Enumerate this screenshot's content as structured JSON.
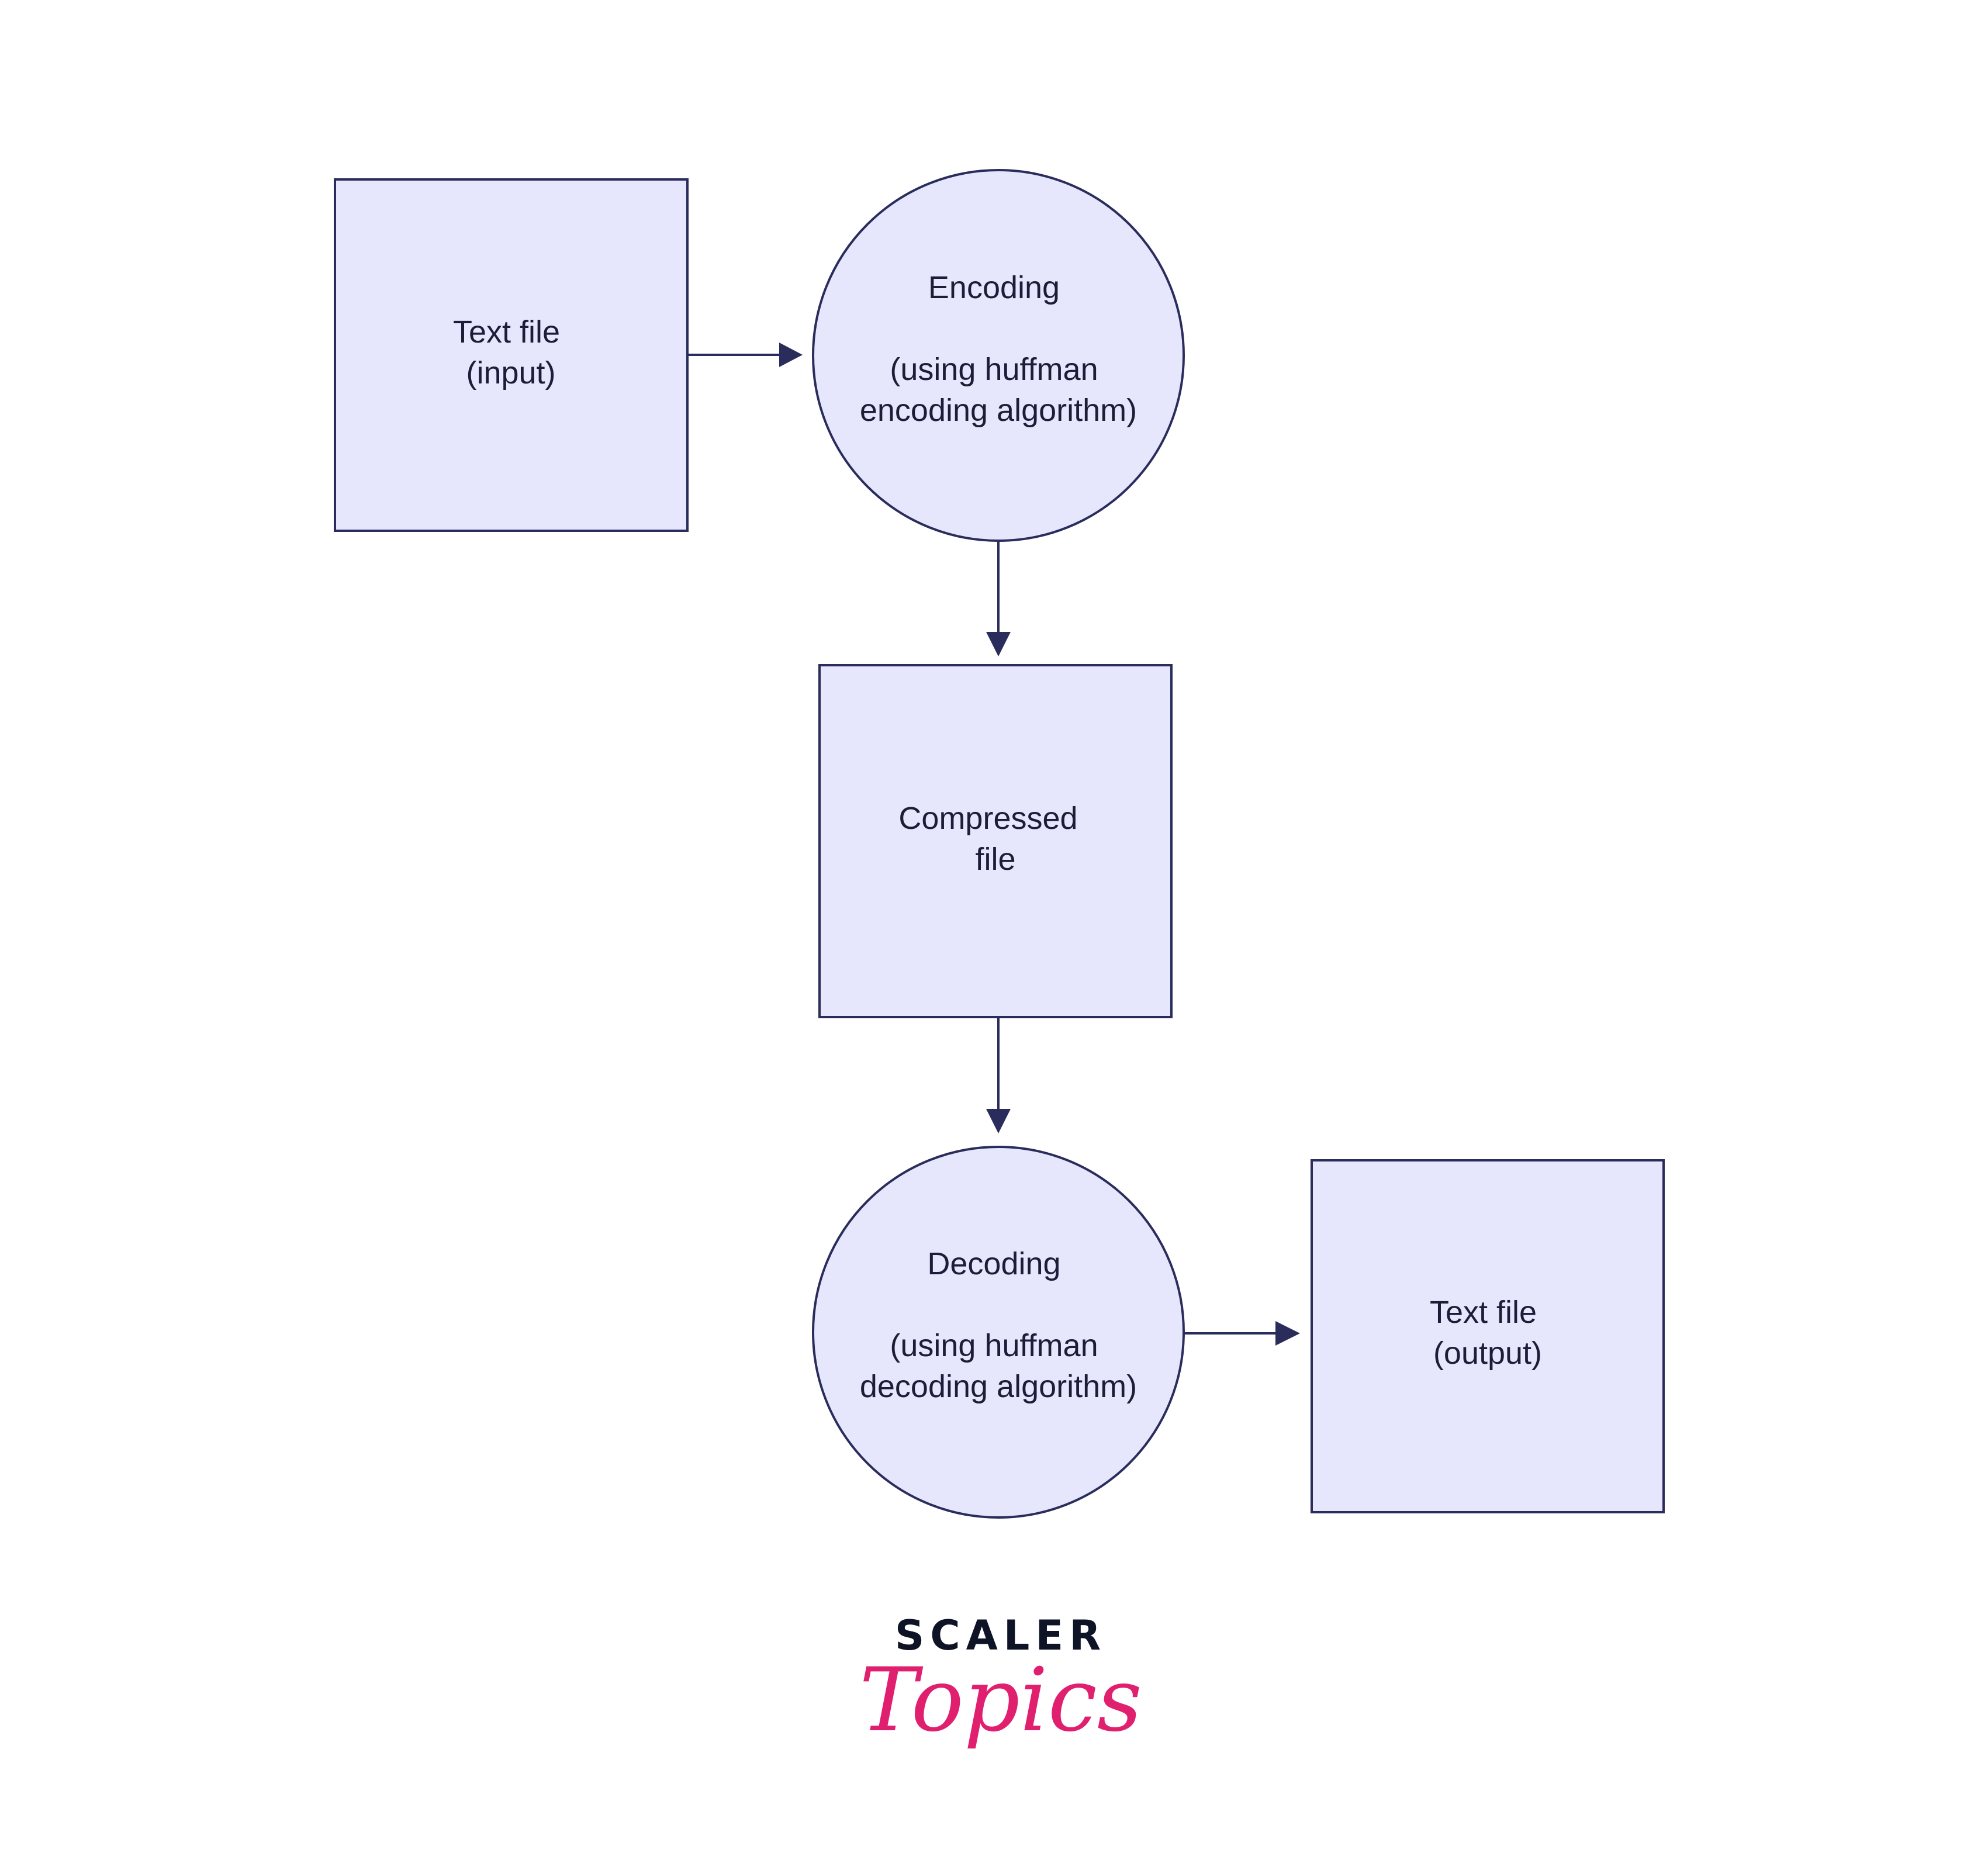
{
  "diagram": {
    "nodes": [
      {
        "id": "text-input",
        "shape": "rect",
        "lines": [
          "Text file",
          "(input)"
        ]
      },
      {
        "id": "encoding",
        "shape": "circle",
        "lines": [
          "Encoding",
          "",
          "(using huffman",
          "encoding algorithm)"
        ]
      },
      {
        "id": "compressed",
        "shape": "rect",
        "lines": [
          "Compressed",
          "file"
        ]
      },
      {
        "id": "decoding",
        "shape": "circle",
        "lines": [
          "Decoding",
          "",
          "(using huffman",
          "decoding algorithm)"
        ]
      },
      {
        "id": "text-output",
        "shape": "rect",
        "lines": [
          "Text file",
          "(output)"
        ]
      }
    ],
    "edges": [
      {
        "from": "text-input",
        "to": "encoding"
      },
      {
        "from": "encoding",
        "to": "compressed"
      },
      {
        "from": "compressed",
        "to": "decoding"
      },
      {
        "from": "decoding",
        "to": "text-output"
      }
    ],
    "colors": {
      "node_fill": "#e6e6fc",
      "node_stroke": "#2a2d5c",
      "text": "#1c1d38"
    }
  },
  "logo": {
    "line1": "SCALER",
    "line2": "Topics",
    "colors": {
      "line1": "#0e1326",
      "line2": "#e0206f"
    }
  }
}
